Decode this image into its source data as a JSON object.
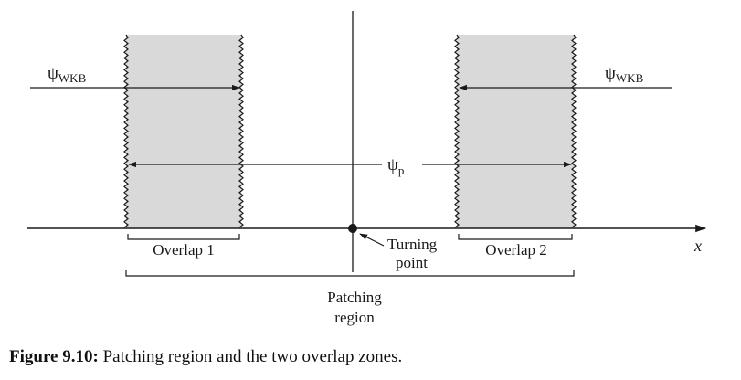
{
  "diagram": {
    "psi_wkb": "ψ",
    "wkb_subscript": "WKB",
    "psi_p": "ψ",
    "p_subscript": "p",
    "x_axis_label": "x",
    "overlap1_label": "Overlap 1",
    "overlap2_label": "Overlap 2",
    "turning_point_line1": "Turning",
    "turning_point_line2": "point",
    "patching_line1": "Patching",
    "patching_line2": "region"
  },
  "caption": {
    "label": "Figure 9.10:",
    "text": " Patching region and the two overlap zones."
  },
  "colors": {
    "overlap_fill": "#d9d9d9",
    "ink": "#1a1a1a"
  }
}
